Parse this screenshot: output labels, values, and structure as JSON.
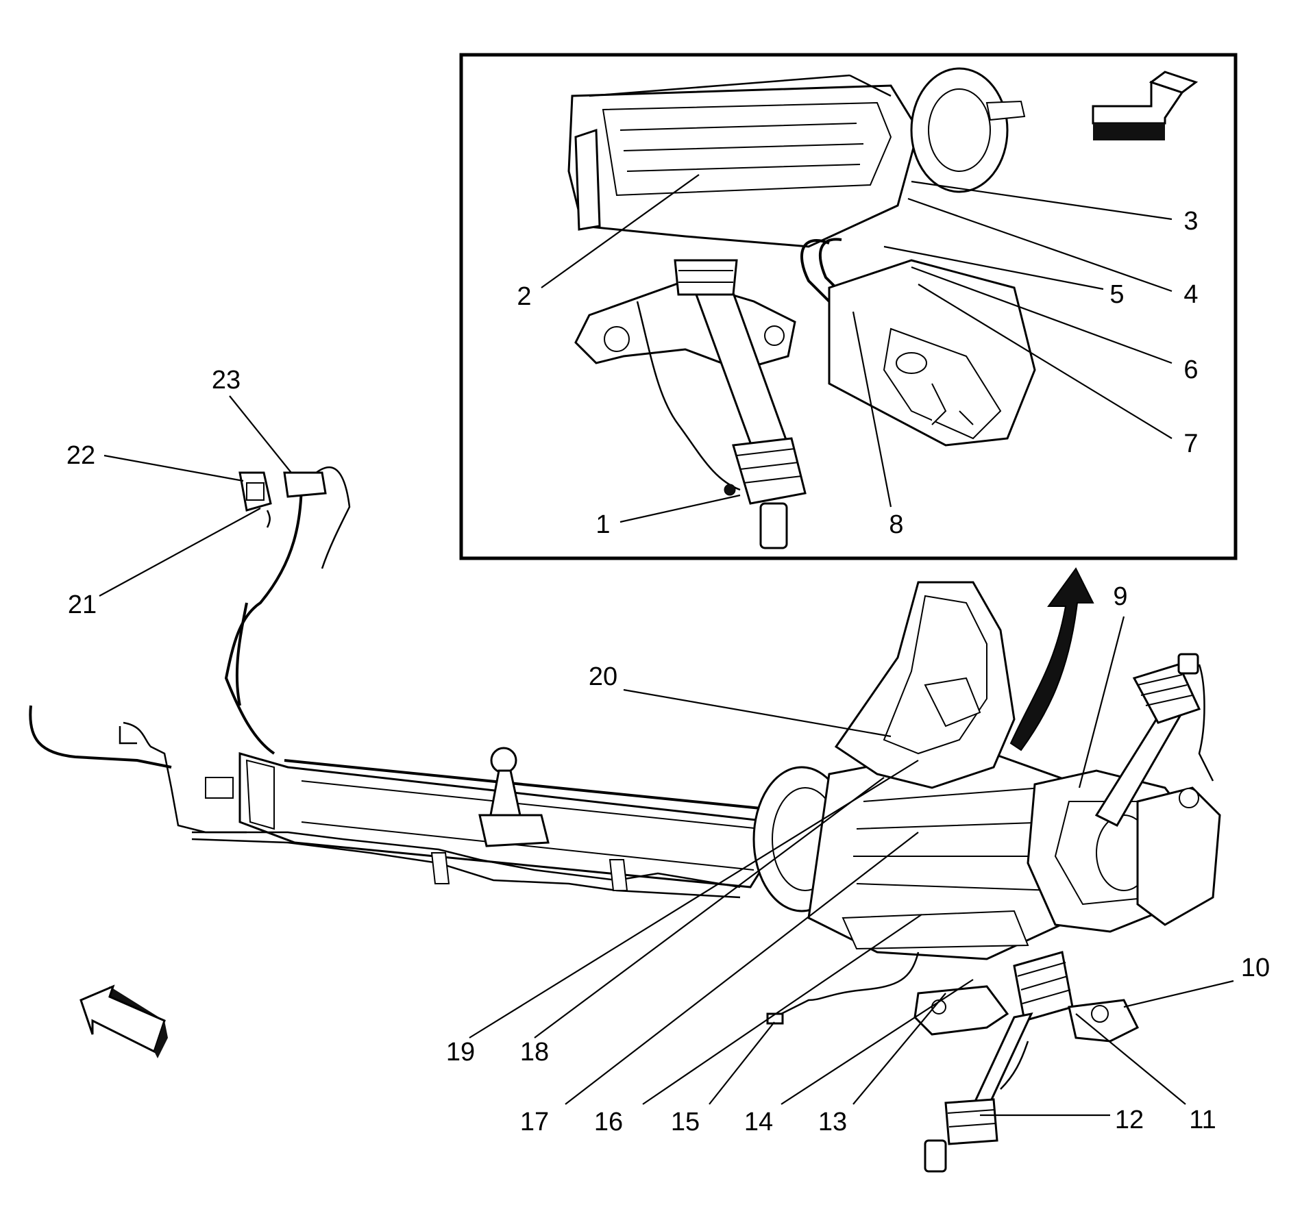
{
  "callouts": [
    {
      "id": "1",
      "label": "1"
    },
    {
      "id": "2",
      "label": "2"
    },
    {
      "id": "3",
      "label": "3"
    },
    {
      "id": "4",
      "label": "4"
    },
    {
      "id": "5",
      "label": "5"
    },
    {
      "id": "6",
      "label": "6"
    },
    {
      "id": "7",
      "label": "7"
    },
    {
      "id": "8",
      "label": "8"
    },
    {
      "id": "9",
      "label": "9"
    },
    {
      "id": "10",
      "label": "10"
    },
    {
      "id": "11",
      "label": "11"
    },
    {
      "id": "12",
      "label": "12"
    },
    {
      "id": "13",
      "label": "13"
    },
    {
      "id": "14",
      "label": "14"
    },
    {
      "id": "15",
      "label": "15"
    },
    {
      "id": "16",
      "label": "16"
    },
    {
      "id": "17",
      "label": "17"
    },
    {
      "id": "18",
      "label": "18"
    },
    {
      "id": "19",
      "label": "19"
    },
    {
      "id": "20",
      "label": "20"
    },
    {
      "id": "21",
      "label": "21"
    },
    {
      "id": "22",
      "label": "22"
    },
    {
      "id": "23",
      "label": "23"
    }
  ],
  "icons": {
    "inset_arrow": "forward-direction-arrow-icon",
    "main_arrow": "forward-direction-arrow-icon",
    "view_arrow": "curved-view-arrow-icon"
  },
  "colors": {
    "line": "#000000",
    "background": "#ffffff"
  }
}
